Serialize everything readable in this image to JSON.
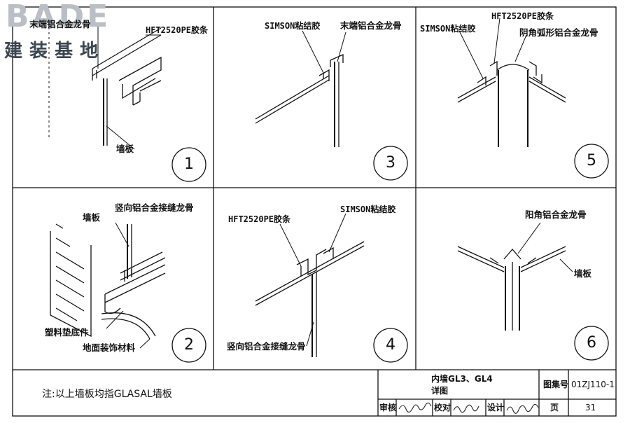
{
  "logo": {
    "brand": "BADE",
    "subtitle": "建装基地"
  },
  "panels": [
    {
      "number": "1",
      "labels": [
        "末端铝合金龙骨",
        "HFT2520PE胶条",
        "墙板"
      ]
    },
    {
      "number": "2",
      "labels": [
        "墙板",
        "竖向铝合金接缝龙骨",
        "塑料垫底件",
        "地面装饰材料"
      ]
    },
    {
      "number": "3",
      "labels": [
        "SIMSON粘结胶",
        "末端铝合金龙骨"
      ]
    },
    {
      "number": "4",
      "labels": [
        "HFT2520PE胶条",
        "SIMSON粘结胶",
        "竖向铝合金接缝龙骨"
      ]
    },
    {
      "number": "5",
      "labels": [
        "SIMSON粘结胶",
        "HFT2520PE胶条",
        "阴角弧形铝合金龙骨"
      ]
    },
    {
      "number": "6",
      "labels": [
        "阳角铝合金龙骨",
        "墙板"
      ]
    }
  ],
  "note": "注:以上墙板均指GLASAL墙板",
  "title_block": {
    "title_line1": "内墙GL3、GL4",
    "title_line2": "详图",
    "atlas_label": "图集号",
    "atlas_no": "01ZJ110-1",
    "review_label": "审核",
    "check_label": "校对",
    "design_label": "设计",
    "page_label": "页",
    "page_no": "31"
  }
}
